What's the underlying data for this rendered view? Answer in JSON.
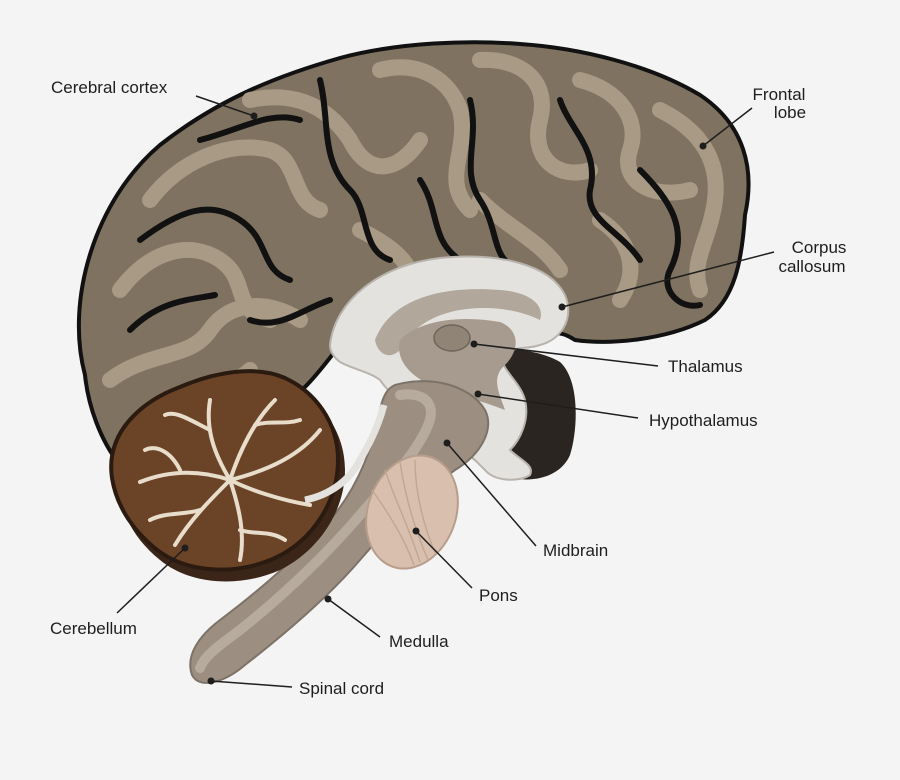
{
  "labels": {
    "cerebral_cortex": "Cerebral cortex",
    "frontal_lobe_1": "Frontal",
    "frontal_lobe_2": "lobe",
    "corpus_callosum_1": "Corpus",
    "corpus_callosum_2": "callosum",
    "thalamus": "Thalamus",
    "hypothalamus": "Hypothalamus",
    "midbrain": "Midbrain",
    "pons": "Pons",
    "medulla": "Medulla",
    "spinal_cord": "Spinal cord",
    "cerebellum": "Cerebellum"
  },
  "colors": {
    "background": "#f4f4f4",
    "cortex": "#7f7261",
    "cortex_light": "#a89a84",
    "sulcus": "#111111",
    "cerebellum": "#6b4428",
    "cerebellum_light": "#e8dccb",
    "white_matter": "#e4e2de",
    "deep": "#2b2521",
    "brainstem": "#9c8f82",
    "pons": "#d9bfae",
    "label_text": "#1e1e1e"
  }
}
